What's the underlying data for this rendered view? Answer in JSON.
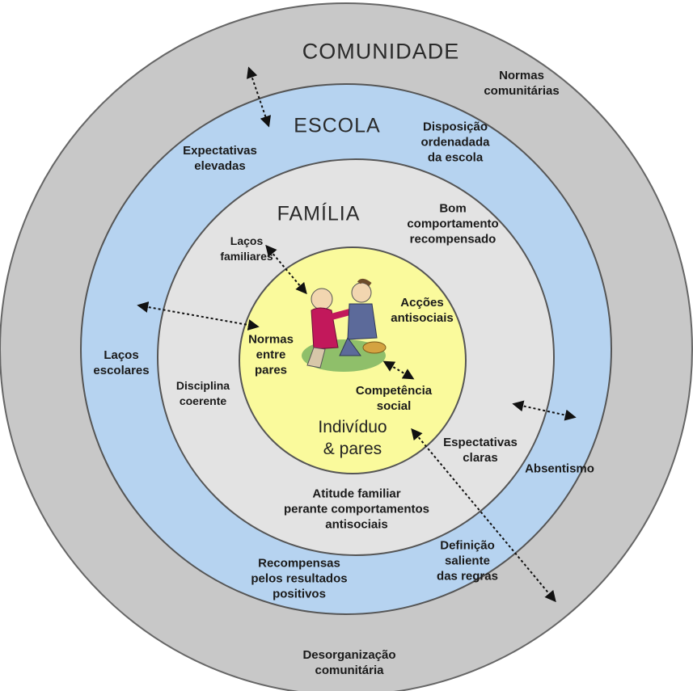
{
  "rings": {
    "comunidade": {
      "title": "COMUNIDADE",
      "color": "#c8c8c8"
    },
    "escola": {
      "title": "ESCOLA",
      "color": "#b6d3f0"
    },
    "familia": {
      "title": "FAMÍLIA",
      "color": "#e3e3e3"
    },
    "individuo": {
      "title": "Indivíduo\n& pares",
      "color": "#fafa9c"
    }
  },
  "labels": {
    "normas_comunitarias": "Normas\ncomunitárias",
    "disposicao": "Disposição\nordenadada\nda escola",
    "expectativas_elevadas": "Expectativas\nelevadas",
    "bom_comportamento": "Bom\ncomportamento\nrecompensado",
    "lacos_familiares": "Laços\nfamiliares",
    "accoes_antisociais": "Acções\nantisociais",
    "normas_entre_pares": "Normas\nentre\npares",
    "lacos_escolares": "Laços\nescolares",
    "disciplina_coerente": "Disciplina\ncoerente",
    "competencia_social": "Competência\nsocial",
    "espectativas_claras": "Espectativas\nclaras",
    "absentismo": "Absentismo",
    "atitude_familiar": "Atitude familiar\nperante comportamentos\nantisociais",
    "definicao_saliente": "Definição\nsaliente\ndas regras",
    "recompensas": "Recompensas\npelos resultados\npositivos",
    "desorganizacao": "Desorganização\ncomunitária"
  }
}
